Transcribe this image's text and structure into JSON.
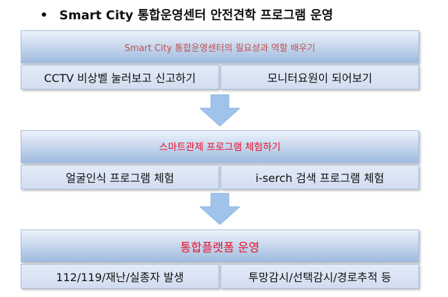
{
  "title": {
    "bullet": "•",
    "text": "Smart City 통합운영센터 안전견학 프로그램 운영"
  },
  "steps": [
    {
      "header": "Smart City 통합운영센터의 필요성과 역할 배우기",
      "header_color": "#c0504d",
      "items": [
        "CCTV 비상벨 눌러보고 신고하기",
        "모니터요원이 되어보기"
      ]
    },
    {
      "header": "스마트관제 프로그램 체험하기",
      "header_color": "#e8132b",
      "items": [
        "얼굴인식 프로그램 체험",
        "i-serch 검색 프로그램 체험"
      ]
    },
    {
      "header": "통합플랫폼 운영",
      "header_color": "#e8132b",
      "items": [
        "112/119/재난/실종자 발생",
        "투망감시/선택감시/경로추적 등"
      ]
    }
  ],
  "colors": {
    "arrow_fill": "#9fc3ea",
    "arrow_stroke": "#8eb4e0",
    "block_border": "#a9bedc"
  }
}
